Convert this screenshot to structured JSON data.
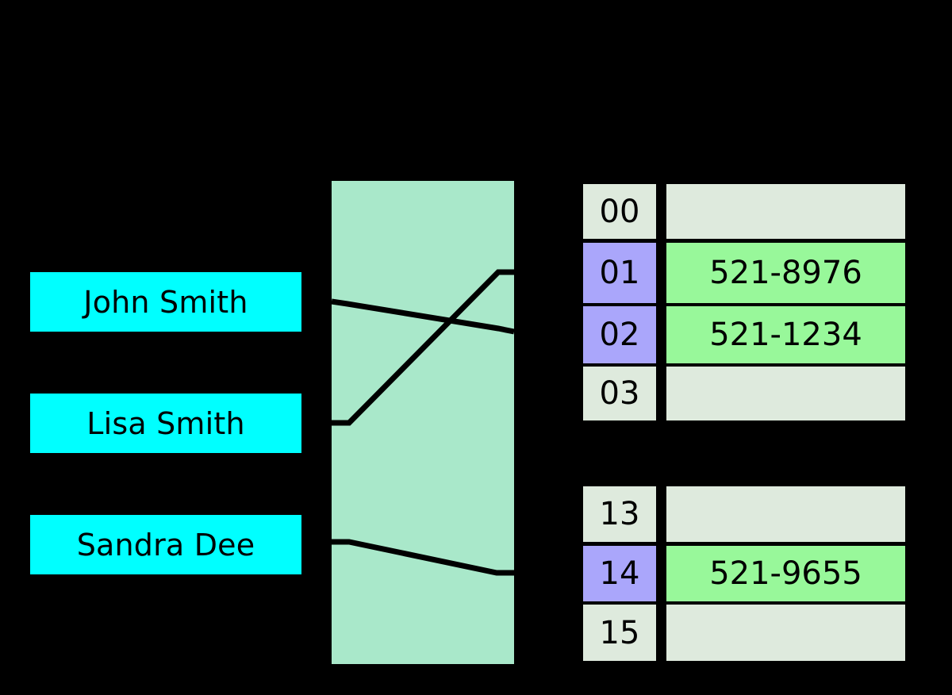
{
  "diagram": {
    "title": "hash-table-diagram",
    "colors": {
      "background": "#000000",
      "key_box": "#00FFFF",
      "hash_function_box": "#A9E8CA",
      "index_cell": "#DEEADD",
      "index_cell_highlight": "#AAA6FB",
      "value_cell_empty": "#DEEADD",
      "value_cell_filled": "#98F89A",
      "line": "#000000"
    }
  },
  "keys": [
    {
      "label": "John Smith",
      "name": "key-john-smith"
    },
    {
      "label": "Lisa Smith",
      "name": "key-lisa-smith"
    },
    {
      "label": "Sandra Dee",
      "name": "key-sandra-dee"
    }
  ],
  "hash_function": {
    "label": "",
    "name": "hash-function-box"
  },
  "buckets_top": [
    {
      "index": "00",
      "value": "",
      "filled": false,
      "highlight": false
    },
    {
      "index": "01",
      "value": "521-8976",
      "filled": true,
      "highlight": true
    },
    {
      "index": "02",
      "value": "521-1234",
      "filled": true,
      "highlight": true
    },
    {
      "index": "03",
      "value": "",
      "filled": false,
      "highlight": false
    }
  ],
  "buckets_bottom": [
    {
      "index": "13",
      "value": "",
      "filled": false,
      "highlight": false
    },
    {
      "index": "14",
      "value": "521-9655",
      "filled": true,
      "highlight": true
    },
    {
      "index": "15",
      "value": "",
      "filled": false,
      "highlight": false
    }
  ],
  "mappings": [
    {
      "from": "John Smith",
      "to": "02"
    },
    {
      "from": "Lisa Smith",
      "to": "01"
    },
    {
      "from": "Sandra Dee",
      "to": "14"
    }
  ]
}
